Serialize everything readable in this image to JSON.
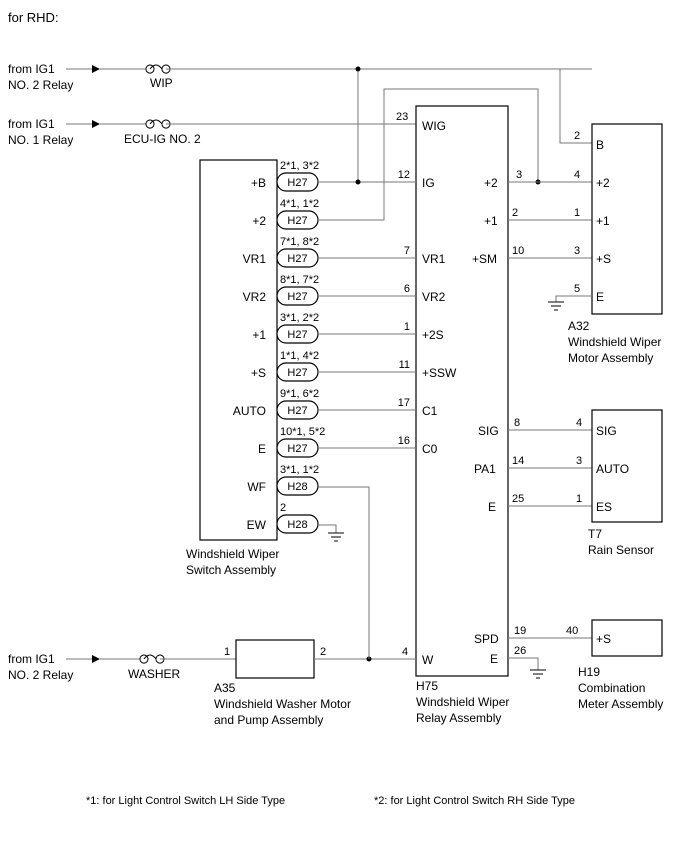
{
  "header": "for RHD:",
  "sources": [
    {
      "line1": "from IG1",
      "line2": "NO. 2 Relay",
      "fuse": "WIP"
    },
    {
      "line1": "from IG1",
      "line2": "NO. 1 Relay",
      "fuse": "ECU-IG NO. 2"
    },
    {
      "line1": "from IG1",
      "line2": "NO. 2 Relay",
      "fuse": "WASHER"
    }
  ],
  "switch": {
    "caption1": "Windshield Wiper",
    "caption2": "Switch Assembly",
    "pins": [
      {
        "name": "+B",
        "conn": "H27",
        "note": "2*1, 3*2"
      },
      {
        "name": "+2",
        "conn": "H27",
        "note": "4*1, 1*2"
      },
      {
        "name": "VR1",
        "conn": "H27",
        "note": "7*1, 8*2"
      },
      {
        "name": "VR2",
        "conn": "H27",
        "note": "8*1, 7*2"
      },
      {
        "name": "+1",
        "conn": "H27",
        "note": "3*1, 2*2"
      },
      {
        "name": "+S",
        "conn": "H27",
        "note": "1*1, 4*2"
      },
      {
        "name": "AUTO",
        "conn": "H27",
        "note": "9*1, 6*2"
      },
      {
        "name": "E",
        "conn": "H27",
        "note": "10*1, 5*2"
      },
      {
        "name": "WF",
        "conn": "H28",
        "note": "3*1, 1*2"
      },
      {
        "name": "EW",
        "conn": "H28",
        "note": "2"
      }
    ]
  },
  "relay": {
    "code": "H75",
    "caption1": "Windshield Wiper",
    "caption2": "Relay Assembly",
    "left_pins": [
      {
        "num": "23",
        "name": "WIG"
      },
      {
        "num": "12",
        "name": "IG"
      },
      {
        "num": "7",
        "name": "VR1"
      },
      {
        "num": "6",
        "name": "VR2"
      },
      {
        "num": "1",
        "name": "+2S"
      },
      {
        "num": "11",
        "name": "+SSW"
      },
      {
        "num": "17",
        "name": "C1"
      },
      {
        "num": "16",
        "name": "C0"
      },
      {
        "num": "4",
        "name": "W"
      }
    ],
    "right_pins": [
      {
        "num": "3",
        "name": "+2"
      },
      {
        "num": "2",
        "name": "+1"
      },
      {
        "num": "10",
        "name": "+SM"
      },
      {
        "num": "8",
        "name": "SIG"
      },
      {
        "num": "14",
        "name": "PA1"
      },
      {
        "num": "25",
        "name": "E"
      },
      {
        "num": "19",
        "name": "SPD"
      },
      {
        "num": "26",
        "name": "E"
      }
    ]
  },
  "motor": {
    "code": "A32",
    "caption1": "Windshield Wiper",
    "caption2": "Motor Assembly",
    "pins": [
      {
        "num": "2",
        "name": "B"
      },
      {
        "num": "4",
        "name": "+2"
      },
      {
        "num": "1",
        "name": "+1"
      },
      {
        "num": "3",
        "name": "+S"
      },
      {
        "num": "5",
        "name": "E"
      }
    ]
  },
  "rain": {
    "code": "T7",
    "caption1": "Rain Sensor",
    "pins": [
      {
        "num": "4",
        "name": "SIG"
      },
      {
        "num": "3",
        "name": "AUTO"
      },
      {
        "num": "1",
        "name": "ES"
      }
    ]
  },
  "meter": {
    "code": "H19",
    "caption1": "Combination",
    "caption2": "Meter Assembly",
    "pin_num": "40",
    "pin_name": "+S"
  },
  "washer": {
    "code": "A35",
    "caption1": "Windshield Washer Motor",
    "caption2": "and Pump Assembly",
    "pin1": "1",
    "pin2": "2"
  },
  "footnotes": {
    "n1": "*1: for Light Control Switch LH Side Type",
    "n2": "*2: for Light Control Switch RH Side Type"
  }
}
